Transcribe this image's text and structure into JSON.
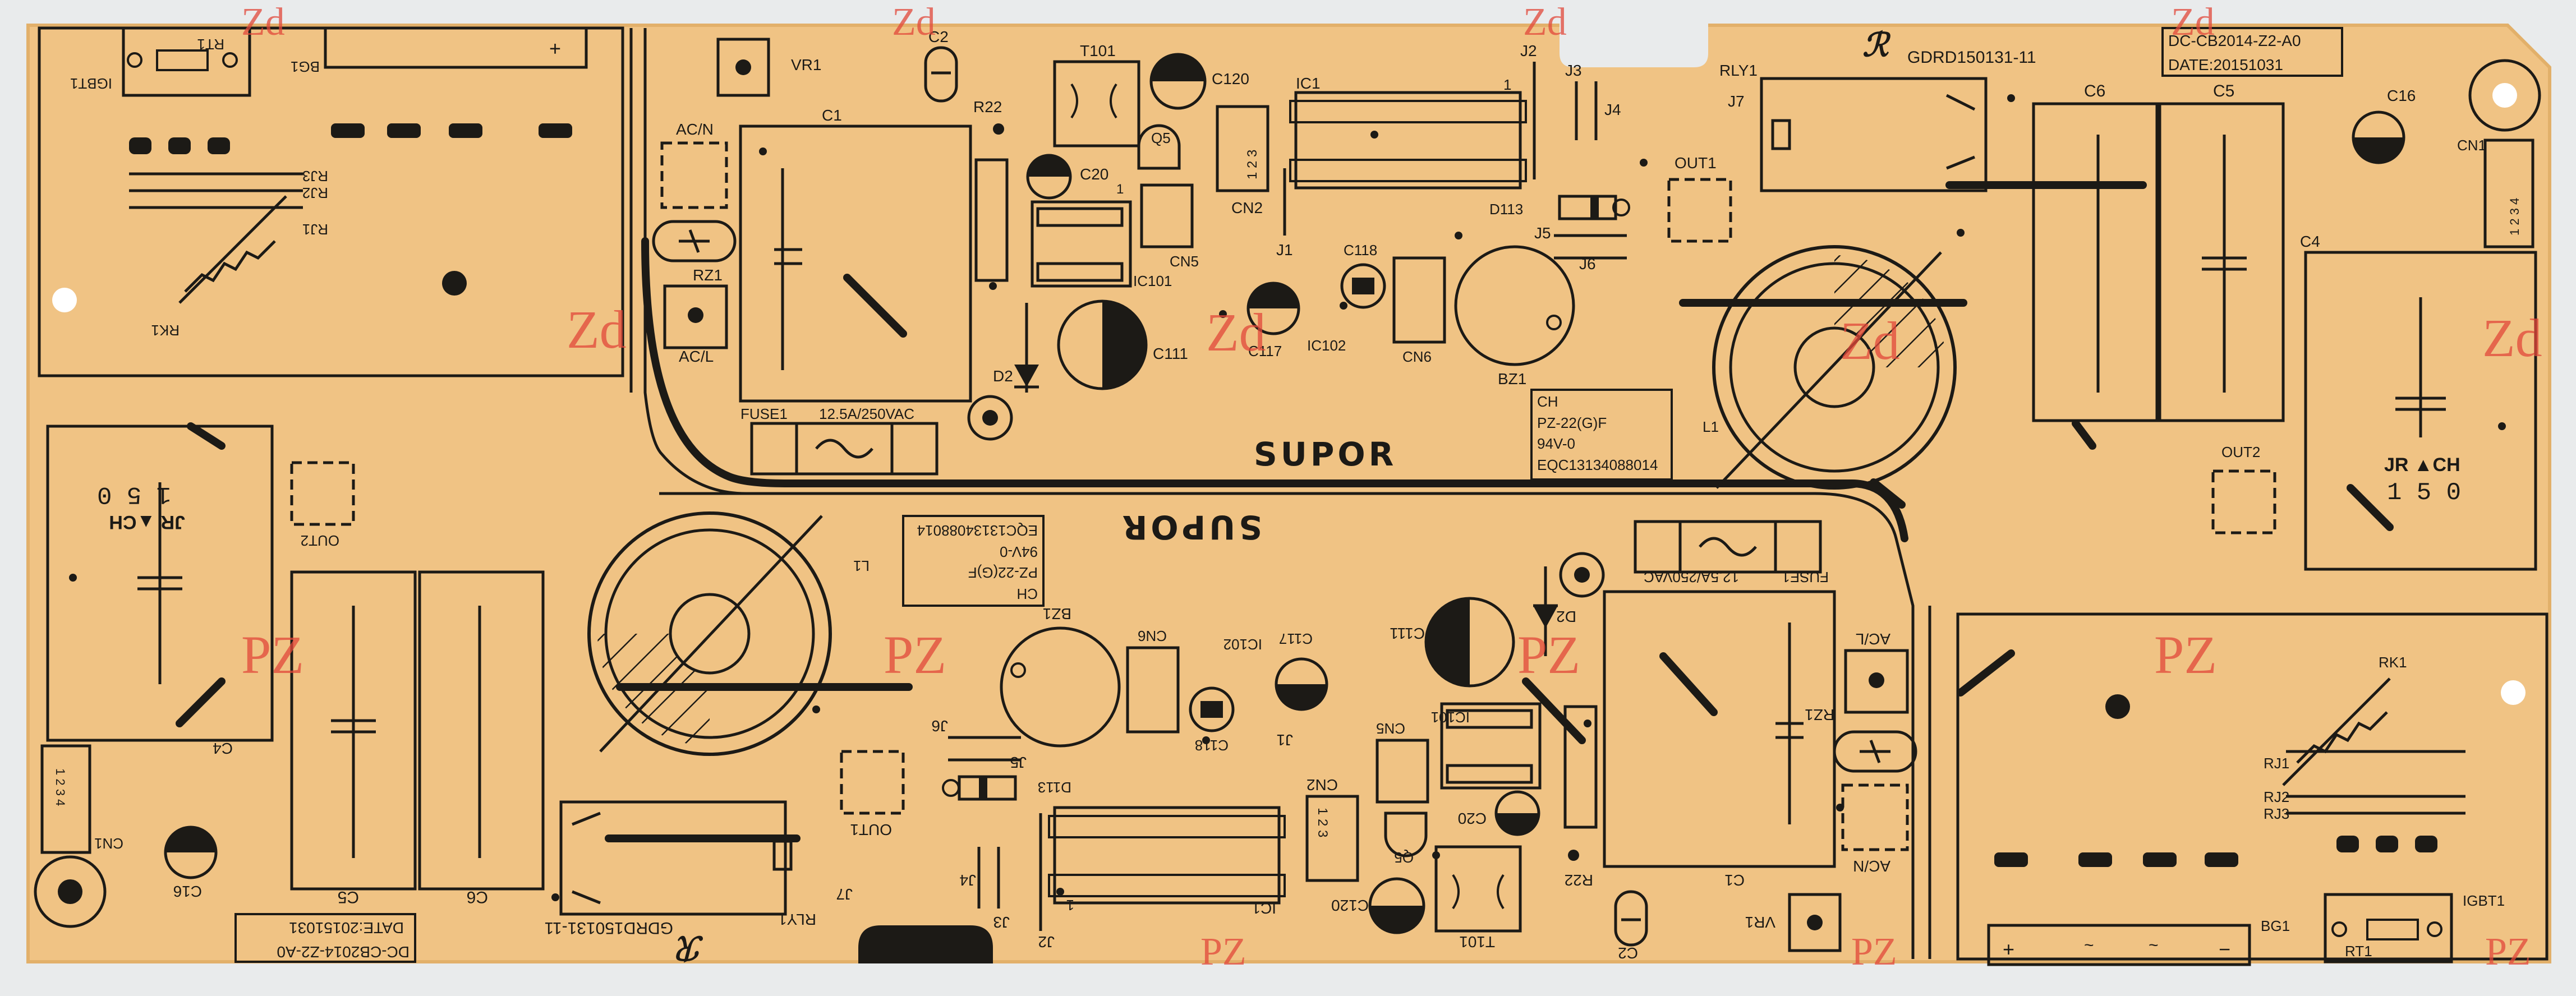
{
  "colors": {
    "substrate": "#f0c384",
    "substrate_edge": "#e6b46f",
    "silk": "#1c1a16",
    "stamp": "#e2483a",
    "background": "#e9ebec",
    "hole": "#ffffff"
  },
  "board": {
    "brand": "SUPOR",
    "code": "DC-CB2014-Z2-A0",
    "date": "DATE:20151031",
    "cert_code": "GDRD150131-11",
    "stamp": "Zd",
    "stamp_flipped": "PZ",
    "material_lines": [
      "CH",
      "PZ-22(G)F",
      "94V-0",
      "EQC13134088014"
    ],
    "jr_label": "JR ▲CH",
    "jr_code": "1 5 0",
    "fuse_rating": "12.5A/250VAC",
    "refs": {
      "vr1": "VR1",
      "c2": "C2",
      "t101": "T101",
      "c120": "C120",
      "ic1": "IC1",
      "j2": "J2",
      "j3": "J3",
      "j4": "J4",
      "j7": "J7",
      "rly1": "RLY1",
      "c6": "C6",
      "c5": "C5",
      "c16": "C16",
      "cn1": "CN1",
      "acn": "AC/N",
      "c1": "C1",
      "r22": "R22",
      "q5": "Q5",
      "c20": "C20",
      "cn2": "CN2",
      "out1": "OUT1",
      "d113": "D113",
      "j5": "J5",
      "j6": "J6",
      "c4": "C4",
      "rz1": "RZ1",
      "acl": "AC/L",
      "cn5": "CN5",
      "ic101": "IC101",
      "j1": "J1",
      "c118": "C118",
      "c117": "C117",
      "ic102": "IC102",
      "cn6": "CN6",
      "bz1": "BZ1",
      "d2": "D2",
      "c111": "C111",
      "fuse1": "FUSE1",
      "l1": "L1",
      "out2": "OUT2",
      "rk1": "RK1",
      "rj1": "RJ1",
      "rj2": "RJ2",
      "rj3": "RJ3",
      "bg1": "BG1",
      "igbt1": "IGBT1",
      "rt1": "RT1",
      "plus": "+",
      "tilde": "~",
      "minus": "−",
      "pin1": "1",
      "pins": "1 2 3",
      "pins4": "1 2 3 4"
    }
  }
}
